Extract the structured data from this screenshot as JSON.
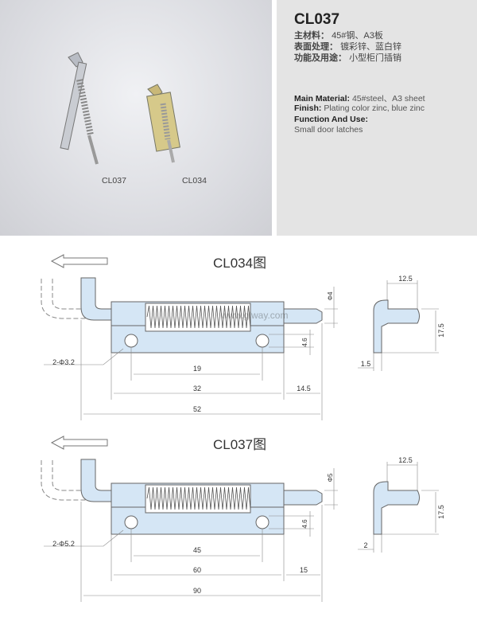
{
  "product": {
    "code": "CL037",
    "cn_material_label": "主材料：",
    "cn_material": "45#钢、A3板",
    "cn_finish_label": "表面处理：",
    "cn_finish": "镀彩锌、蓝白锌",
    "cn_use_label": "功能及用途：",
    "cn_use": "小型柜门插销",
    "en_material_label": "Main Material:",
    "en_material": "45#steel、A3 sheet",
    "en_finish_label": "Finish:",
    "en_finish": "Plating color zinc, blue zinc",
    "en_use_label": "Function And Use:",
    "en_use": "Small door latches"
  },
  "photo_captions": [
    "CL037",
    "CL034"
  ],
  "watermark": "www.glway.com",
  "drawings": [
    {
      "title": "CL034图",
      "hole_note": "2-Φ3.2",
      "pin_dia": "Φ4",
      "hole_offset": "4.6",
      "hole_spacing": "19",
      "body_length": "32",
      "pin_ext": "14.5",
      "total": "52",
      "side_width": "12.5",
      "side_height": "17.5",
      "plate_thk": "1.5"
    },
    {
      "title": "CL037图",
      "hole_note": "2-Φ5.2",
      "pin_dia": "Φ5",
      "hole_offset": "4.6",
      "hole_spacing": "45",
      "body_length": "60",
      "pin_ext": "15",
      "total": "90",
      "side_width": "12.5",
      "side_height": "17.5",
      "plate_thk": "2"
    }
  ]
}
